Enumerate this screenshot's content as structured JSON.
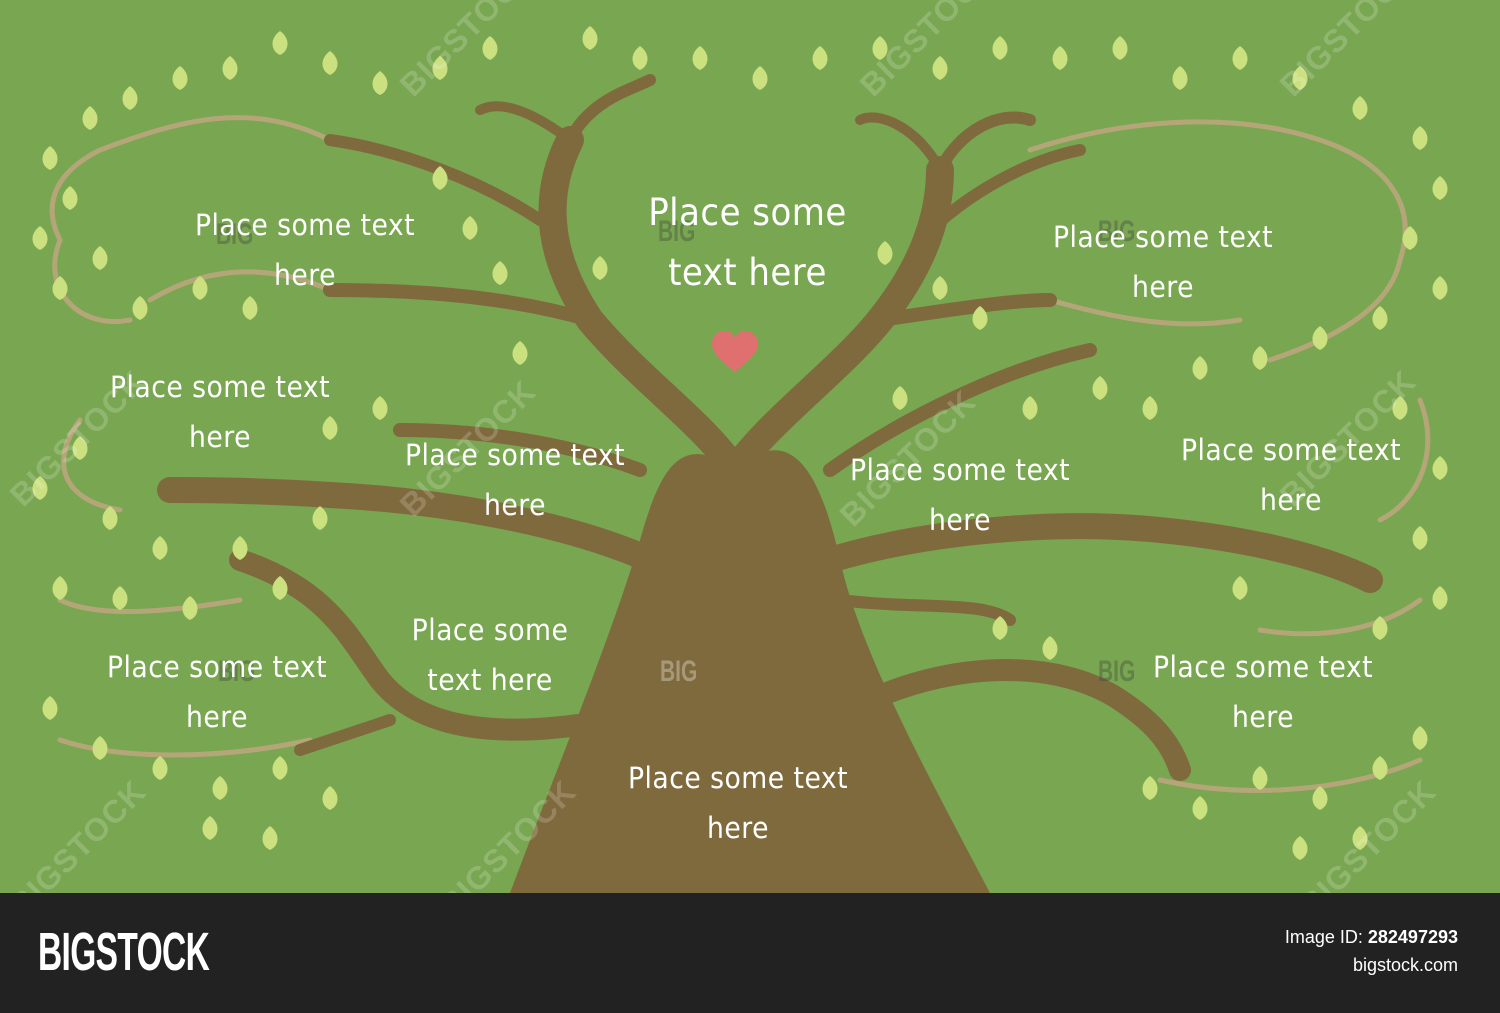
{
  "colors": {
    "background": "#79a650",
    "trunk": "#7f6a3e",
    "leaf": "#cbe07f",
    "twig": "#b5a679",
    "heart": "#e07070",
    "footer": "#222222",
    "text": "#ffffff"
  },
  "tree": {
    "heart_icon": "heart",
    "labels": [
      {
        "id": "top-center",
        "line1": "Place some",
        "line2": "text here"
      },
      {
        "id": "upper-left",
        "line1": "Place some text",
        "line2": "here"
      },
      {
        "id": "upper-right",
        "line1": "Place some text",
        "line2": "here"
      },
      {
        "id": "mid-left-outer",
        "line1": "Place some text",
        "line2": "here"
      },
      {
        "id": "mid-left-inner",
        "line1": "Place some text",
        "line2": "here"
      },
      {
        "id": "mid-right-inner",
        "line1": "Place some text",
        "line2": "here"
      },
      {
        "id": "mid-right-outer",
        "line1": "Place some text",
        "line2": "here"
      },
      {
        "id": "lower-left-outer",
        "line1": "Place some text",
        "line2": "here"
      },
      {
        "id": "lower-left-inner",
        "line1": "Place some",
        "line2": "text here"
      },
      {
        "id": "lower-right",
        "line1": "Place some text",
        "line2": "here"
      },
      {
        "id": "trunk",
        "line1": "Place some text",
        "line2": "here"
      }
    ]
  },
  "watermark": {
    "short": "BIG",
    "long": "BIGSTOCK"
  },
  "footer": {
    "brand": "BIGSTOCK",
    "image_id_label": "Image ID:",
    "image_id": "282497293",
    "site": "bigstock.com"
  }
}
